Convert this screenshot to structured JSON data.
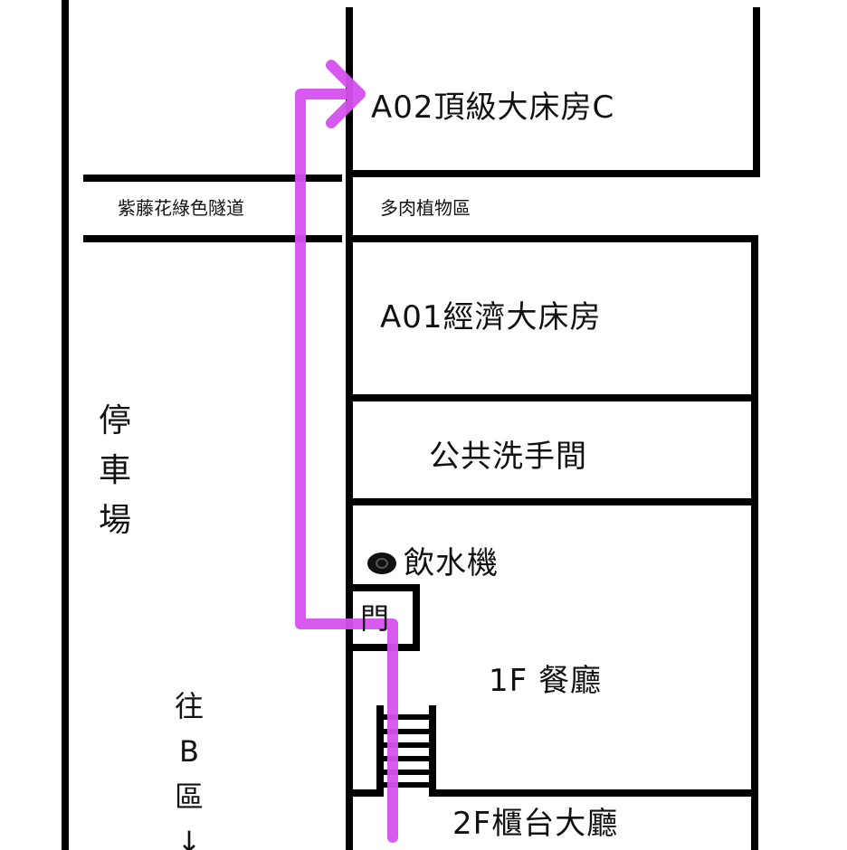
{
  "rooms": {
    "a02": "A02頂級大床房C",
    "tunnel": "紫藤花綠色隧道",
    "succulents": "多肉植物區",
    "a01": "A01經濟大床房",
    "restroom": "公共洗手間",
    "water": "飲水機",
    "door": "門",
    "restaurant": "1F 餐廳",
    "lobby": "2F櫃台大廳"
  },
  "parking": [
    "停",
    "車",
    "場"
  ],
  "to_b": [
    "往",
    "B",
    "區",
    "↓"
  ],
  "colors": {
    "route": "#d651f0",
    "walls": "#000000"
  }
}
